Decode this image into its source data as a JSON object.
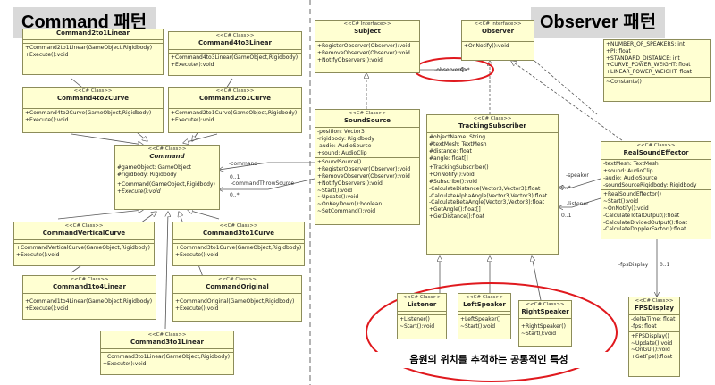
{
  "banners": {
    "left": "Command 패턴",
    "right": "Observer 패턴"
  },
  "caption": "음원의 위치를 추적하는 공통적인 특성",
  "stereotype_class": "<<C# Class>>",
  "stereotype_interface": "<<C# Interface>>",
  "classes": {
    "c2to1linear_top": {
      "name": "Command2to1Linear",
      "ops": [
        "+Command2to1Linear(GameObject,Rigidbody)",
        "+Execute():void"
      ]
    },
    "c4to3linear": {
      "name": "Command4to3Linear",
      "ops": [
        "+Command4to3Linear(GameObject,Rigidbody)",
        "+Execute():void"
      ]
    },
    "c4to2curve": {
      "name": "Command4to2Curve",
      "ops": [
        "+Command4to2Curve(GameObject,Rigidbody)",
        "+Execute():void"
      ]
    },
    "c2to1curve": {
      "name": "Command2to1Curve",
      "ops": [
        "+Command2to1Curve(GameObject,Rigidbody)",
        "+Execute():void"
      ]
    },
    "command": {
      "name": "Command",
      "attrs": [
        "#gameObject: GameObject",
        "#rigidbody: Rigidbody"
      ],
      "ops": [
        "+Command(GameObject,Rigidbody)",
        "+Execute():void"
      ]
    },
    "cverticalcurve": {
      "name": "CommandVerticalCurve",
      "ops": [
        "+CommandVerticalCurve(GameObject,Rigidbody)",
        "+Execute():void"
      ]
    },
    "c3to1curve": {
      "name": "Command3to1Curve",
      "ops": [
        "+Command3to1Curve(GameObject,Rigidbody)",
        "+Execute():void"
      ]
    },
    "c1to4linear": {
      "name": "Command1to4Linear",
      "ops": [
        "+Command1to4Linear(GameObject,Rigidbody)",
        "+Execute():void"
      ]
    },
    "coriginal": {
      "name": "CommandOriginal",
      "ops": [
        "+CommandOriginal(GameObject,Rigidbody)",
        "+Execute():void"
      ]
    },
    "c3to1linear": {
      "name": "Command3to1Linear",
      "ops": [
        "+Command3to1Linear(GameObject,Rigidbody)",
        "+Execute():void"
      ]
    },
    "subject": {
      "name": "Subject",
      "ops": [
        "+RegisterObserver(Observer):void",
        "+RemoveObserver(Observer):void",
        "+NotifyObservers():void"
      ]
    },
    "observer": {
      "name": "Observer",
      "ops": [
        "+OnNotify():void"
      ]
    },
    "constants": {
      "attrs": [
        "+NUMBER_OF_SPEAKERS: int",
        "+PI: float",
        "+STANDARD_DISTANCE: int",
        "+CURVE_POWER_WEIGHT: float",
        "+LINEAR_POWER_WEIGHT: float"
      ],
      "ops": [
        "~Constants()"
      ]
    },
    "soundsource": {
      "name": "SoundSource",
      "attrs": [
        "-position: Vector3",
        "-rigidbody: Rigidbody",
        "-audio: AudioSource",
        "+sound: AudioClip"
      ],
      "ops": [
        "+SoundSource()",
        "+RegisterObserver(Observer):void",
        "+RemoveObserver(Observer):void",
        "+NotifyObservers():void",
        "~Start():void",
        "~Update():void",
        "~OnKeyDown():boolean",
        "~SetCommand():void"
      ]
    },
    "tracking": {
      "name": "TrackingSubscriber",
      "attrs": [
        "#objectName: String",
        "#textMesh: TextMesh",
        "#distance: float",
        "#angle: float[]"
      ],
      "ops": [
        "+TrackingSubscriber()",
        "+OnNotify():void",
        "#Subscribe():void",
        "-CalculateDistance(Vector3,Vector3):float",
        "-CalculateAlphaAngle(Vector3,Vector3):float",
        "-CalculateBetaAngle(Vector3,Vector3):float",
        "+GetAngle():float[]",
        "+GetDistance():float"
      ]
    },
    "realsound": {
      "name": "RealSoundEffector",
      "attrs": [
        "-textMesh: TextMesh",
        "+sound: AudioClip",
        "-audio: AudioSource",
        "-soundSourceRigidbody: Rigidbody"
      ],
      "ops": [
        "+RealSoundEffector()",
        "~Start():void",
        "~OnNotify():void",
        "-CalculateTotalOutput():float",
        "-CalculateDividedOutput():float",
        "-CalculateDopplerFactor():float"
      ]
    },
    "fpsdisplay": {
      "name": "FPSDisplay",
      "attrs": [
        "-deltaTime: float",
        "-fps: float"
      ],
      "ops": [
        "+FPSDisplay()",
        "~Update():void",
        "~OnGUI():void",
        "+GetFps():float"
      ]
    },
    "listener": {
      "name": "Listener",
      "ops": [
        "+Listener()",
        "~Start():void"
      ]
    },
    "leftspeaker": {
      "name": "LeftSpeaker",
      "ops": [
        "+LeftSpeaker()",
        "~Start():void"
      ]
    },
    "rightspeaker": {
      "name": "RightSpeaker",
      "ops": [
        "+RightSpeaker()",
        "~Start():void"
      ]
    }
  },
  "edge_labels": {
    "command": "-command",
    "command_mult": "0..1",
    "throw": "-commandThrowSource",
    "throw_mult": "0..*",
    "observers": "-observers",
    "observers_mult": "0..*",
    "speaker": "-speaker",
    "speaker_mult": "0..*",
    "listener": "-listener",
    "listener_mult": "0..1",
    "fps": "-fpsDisplay",
    "fps_mult": "0..1"
  },
  "colors": {
    "box_fill": "#ffffd2",
    "box_border": "#8c8c5a",
    "highlight": "#e0191e",
    "banner_bg": "#d9d9d9",
    "divider": "#9a9a9a"
  }
}
